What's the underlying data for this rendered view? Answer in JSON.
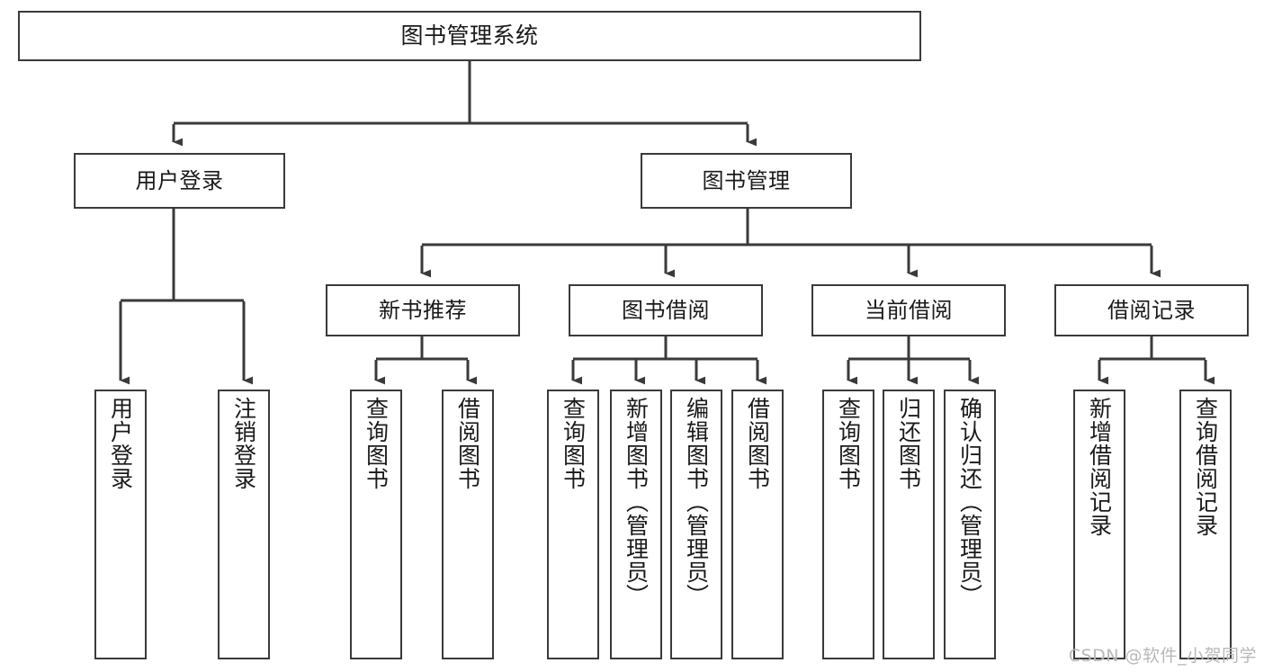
{
  "diagram": {
    "title": "图书管理系统",
    "type": "tree-hierarchy-diagram",
    "watermark": "CSDN @软件_小贺同学",
    "colors": {
      "box_border": "#3a3a3a",
      "box_fill": "#ffffff",
      "edge": "#3a3a3a",
      "text": "#1a1a1a",
      "watermark": "#b8b8b8",
      "background": "#ffffff"
    },
    "root": {
      "label": "图书管理系统"
    },
    "level2": [
      {
        "label": "用户登录"
      },
      {
        "label": "图书管理"
      }
    ],
    "level3": [
      {
        "label": "新书推荐"
      },
      {
        "label": "图书借阅"
      },
      {
        "label": "当前借阅"
      },
      {
        "label": "借阅记录"
      }
    ],
    "leaves": {
      "user_login": [
        {
          "label": "用户登录"
        },
        {
          "label": "注销登录"
        }
      ],
      "new_book_recommend": [
        {
          "label": "查询图书"
        },
        {
          "label": "借阅图书"
        }
      ],
      "book_borrow": [
        {
          "label": "查询图书"
        },
        {
          "label": "新增图书（管理员）"
        },
        {
          "label": "编辑图书（管理员）"
        },
        {
          "label": "借阅图书"
        }
      ],
      "current_borrow": [
        {
          "label": "查询图书"
        },
        {
          "label": "归还图书"
        },
        {
          "label": "确认归还（管理员）"
        }
      ],
      "borrow_record": [
        {
          "label": "新增借阅记录"
        },
        {
          "label": "查询借阅记录"
        }
      ]
    }
  }
}
